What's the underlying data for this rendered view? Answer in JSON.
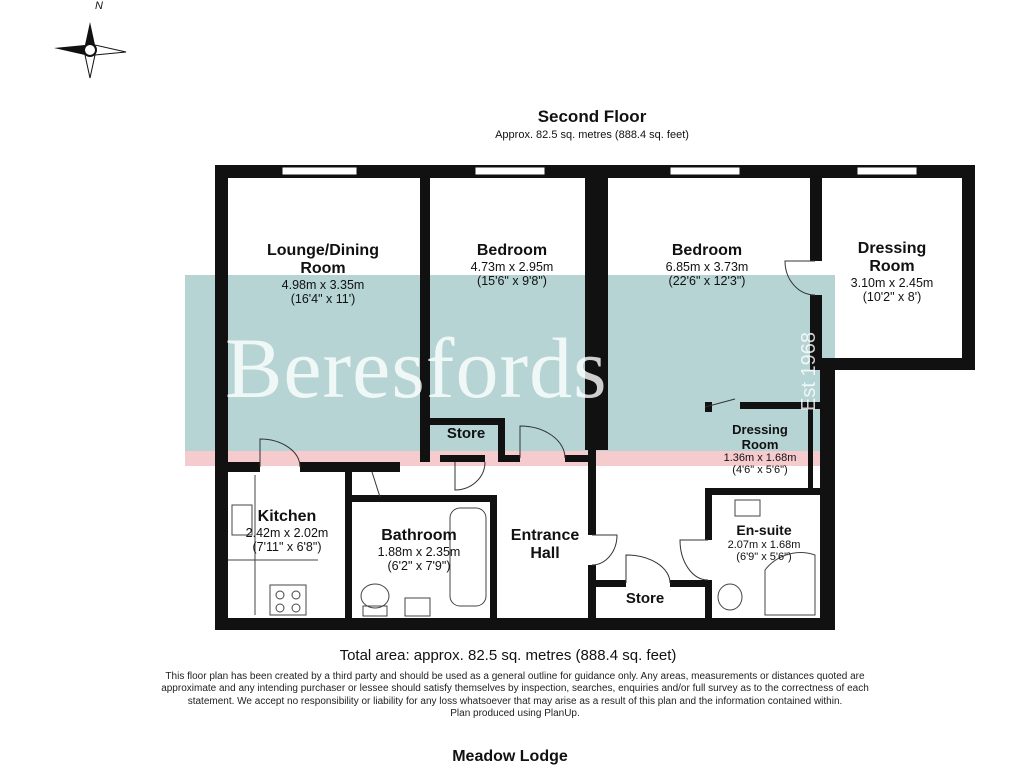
{
  "floor": {
    "title": "Second Floor",
    "subtitle": "Approx. 82.5 sq. metres (888.4 sq. feet)"
  },
  "compass": {
    "label": "N",
    "icon": "compass-icon"
  },
  "watermark": {
    "brand": "Beresfords",
    "est": "Est 1968",
    "color": "#9fc4c4",
    "accent": "#f2b8bd"
  },
  "rooms": [
    {
      "name": "Lounge/Dining Room",
      "dims_m": "4.98m x 3.35m",
      "dims_ft": "(16'4\" x 11')"
    },
    {
      "name": "Bedroom",
      "dims_m": "4.73m x 2.95m",
      "dims_ft": "(15'6\" x 9'8\")"
    },
    {
      "name": "Bedroom",
      "dims_m": "6.85m x 3.73m",
      "dims_ft": "(22'6\" x 12'3\")"
    },
    {
      "name": "Dressing Room",
      "dims_m": "3.10m x 2.45m",
      "dims_ft": "(10'2\" x 8')"
    },
    {
      "name": "Dressing Room",
      "dims_m": "1.36m x 1.68m",
      "dims_ft": "(4'6\" x 5'6\")"
    },
    {
      "name": "Kitchen",
      "dims_m": "2.42m x 2.02m",
      "dims_ft": "(7'11\" x 6'8\")"
    },
    {
      "name": "Bathroom",
      "dims_m": "1.88m x 2.35m",
      "dims_ft": "(6'2\" x 7'9\")"
    },
    {
      "name": "En-suite",
      "dims_m": "2.07m x 1.68m",
      "dims_ft": "(6'9\" x 5'6\")"
    },
    {
      "name": "Entrance Hall"
    },
    {
      "name": "Store"
    },
    {
      "name": "Store"
    }
  ],
  "total": "Total area: approx. 82.5 sq. metres (888.4 sq. feet)",
  "disclaimer": "This floor plan has been created by a third party and should be used as a general outline for guidance only. Any areas, measurements or distances quoted are approximate and any intending purchaser or lessee should satisfy themselves by inspection, searches, enquiries and/or full survey as to the correctness of each statement. We accept no responsibility or liability for any loss whatsoever that may arise as a result of this plan and the information contained within.",
  "credit": "Plan produced using PlanUp.",
  "property": "Meadow Lodge"
}
